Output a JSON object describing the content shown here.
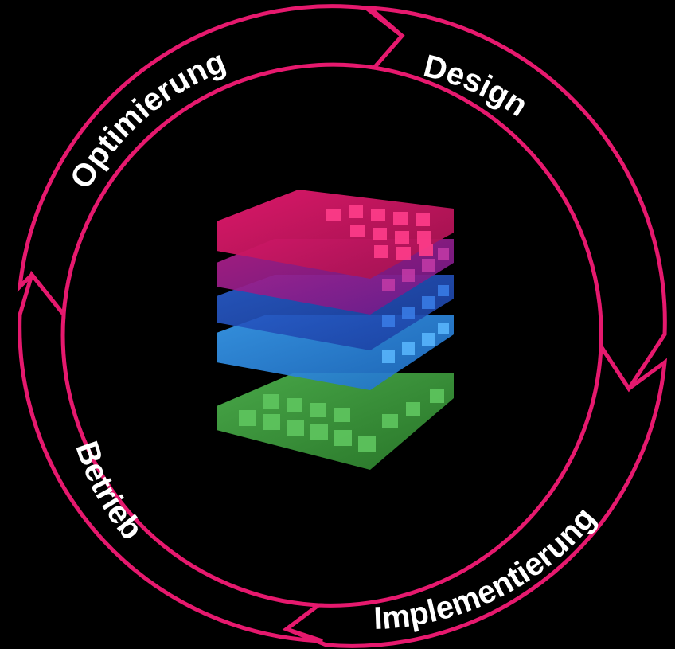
{
  "colors": {
    "background": "#000000",
    "ring": "#e6196e",
    "label": "#ffffff",
    "layer_top": "#c2185b",
    "layer_second": "#9c1f8c",
    "layer_third": "#1e6fd6",
    "layer_fourth": "#2a8ff0",
    "layer_base": "#3e9e3e"
  },
  "phases": [
    {
      "label": "Design"
    },
    {
      "label": "Implementierung"
    },
    {
      "label": "Betrieb"
    },
    {
      "label": "Optimierung"
    }
  ],
  "center_graphic": {
    "icon": "stacked-layers-icon",
    "layer_count": 5
  }
}
